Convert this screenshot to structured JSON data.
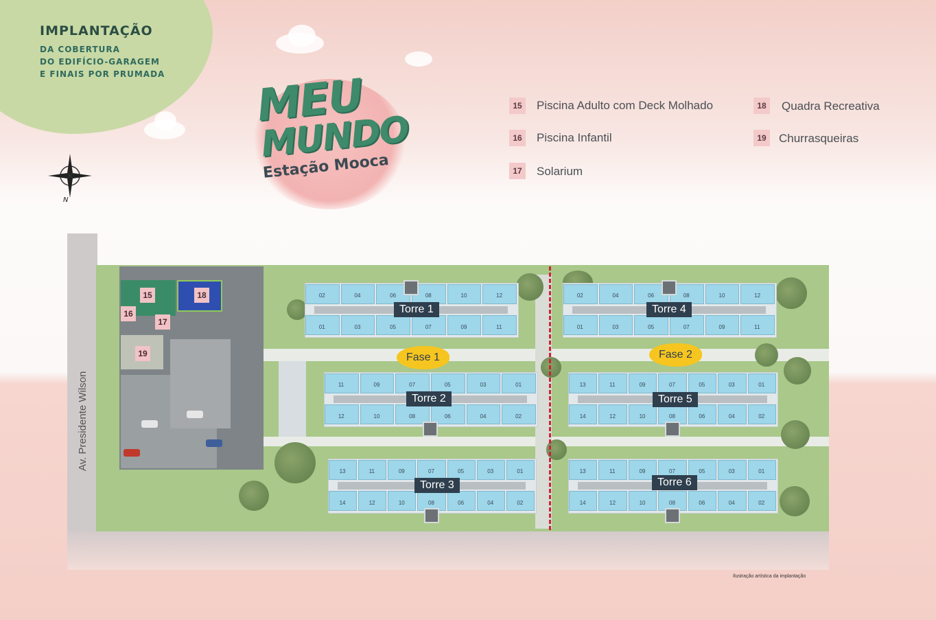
{
  "header": {
    "title": "IMPLANTAÇÃO",
    "subtitle_lines": [
      "DA COBERTURA",
      "DO EDIFÍCIO-GARAGEM",
      "E FINAIS POR PRUMADA"
    ]
  },
  "compass": {
    "label": "N"
  },
  "logo": {
    "line1": "MEU",
    "line2": "MUNDO",
    "line3": "Estação Mooca"
  },
  "legend": [
    {
      "num": "15",
      "label": "Piscina Adulto com Deck Molhado"
    },
    {
      "num": "16",
      "label": "Piscina Infantil"
    },
    {
      "num": "17",
      "label": "Solarium"
    },
    {
      "num": "18",
      "label": "Quadra Recreativa"
    },
    {
      "num": "19",
      "label": "Churrasqueiras"
    }
  ],
  "street": "Av. Presidente Wilson",
  "phases": [
    "Fase 1",
    "Fase 2"
  ],
  "towers": [
    {
      "label": "Torre 1",
      "top": [
        "02",
        "04",
        "06",
        "08",
        "10",
        "12"
      ],
      "bottom": [
        "01",
        "03",
        "05",
        "07",
        "09",
        "11"
      ]
    },
    {
      "label": "Torre 2",
      "top": [
        "11",
        "09",
        "07",
        "05",
        "03",
        "01"
      ],
      "bottom": [
        "12",
        "10",
        "08",
        "06",
        "04",
        "02"
      ]
    },
    {
      "label": "Torre 3",
      "top": [
        "13",
        "11",
        "09",
        "07",
        "05",
        "03",
        "01"
      ],
      "bottom": [
        "14",
        "12",
        "10",
        "08",
        "06",
        "04",
        "02"
      ]
    },
    {
      "label": "Torre 4",
      "top": [
        "02",
        "04",
        "06",
        "08",
        "10",
        "12"
      ],
      "bottom": [
        "01",
        "03",
        "05",
        "07",
        "09",
        "11"
      ]
    },
    {
      "label": "Torre 5",
      "top": [
        "13",
        "11",
        "09",
        "07",
        "05",
        "03",
        "01"
      ],
      "bottom": [
        "14",
        "12",
        "10",
        "08",
        "06",
        "04",
        "02"
      ]
    },
    {
      "label": "Torre 6",
      "top": [
        "13",
        "11",
        "09",
        "07",
        "05",
        "03",
        "01"
      ],
      "bottom": [
        "14",
        "12",
        "10",
        "08",
        "06",
        "04",
        "02"
      ]
    }
  ],
  "amenity_markers": [
    "15",
    "16",
    "17",
    "18",
    "19"
  ],
  "caption": "Ilustração artística da implantação"
}
